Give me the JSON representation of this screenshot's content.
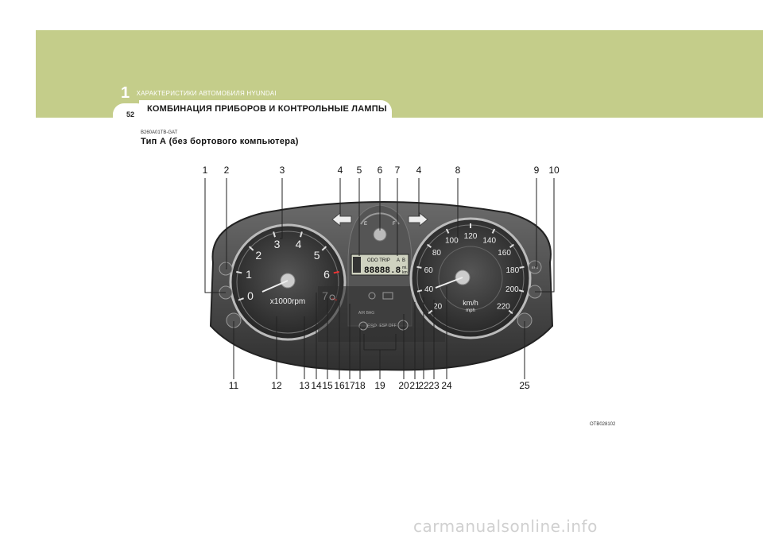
{
  "header": {
    "chapter_number": "1",
    "chapter_title": "ХАРАКТЕРИСТИКИ АВТОМОБИЛЯ HYUNDAI",
    "page_number": "52",
    "section_title": "КОМБИНАЦИЯ ПРИБОРОВ И КОНТРОЛЬНЫЕ ЛАМПЫ"
  },
  "content": {
    "code": "B260A01TB-GAT",
    "subtitle": "Тип А (без бортового компьютера)",
    "figure_code": "OTB028102"
  },
  "cluster": {
    "tachometer": {
      "ticks": [
        "0",
        "1",
        "2",
        "3",
        "4",
        "5",
        "6",
        "7"
      ],
      "unit": "x1000rpm"
    },
    "speedometer": {
      "ticks": [
        "20",
        "40",
        "60",
        "80",
        "100",
        "120",
        "140",
        "160",
        "180",
        "200",
        "220"
      ],
      "unit": "km/h",
      "unit2": "mph"
    },
    "fuel": {
      "empty": "E",
      "full": "F"
    },
    "odometer": {
      "label": "ODO TRIP",
      "a": "A",
      "b": "B",
      "digits": "88888.8",
      "unit1": "mi.",
      "unit2": "km"
    },
    "indicators": {
      "air_bag": "AIR BAG",
      "esp": "ESP",
      "esp_off": "ESP OFF",
      "eps": "EPS"
    }
  },
  "callouts_top": [
    "1",
    "2",
    "3",
    "4",
    "5",
    "6",
    "7",
    "4",
    "8",
    "9",
    "10"
  ],
  "callouts_bottom": [
    "11",
    "12",
    "13",
    "14",
    "15",
    "16",
    "17",
    "18",
    "19",
    "20",
    "21",
    "22",
    "23",
    "24",
    "25"
  ],
  "footer": {
    "watermark": "carmanualsonline.info"
  },
  "colors": {
    "band": "#c4cd8a",
    "panel": "#3a3a3a",
    "dial": "#2a2a2a"
  }
}
